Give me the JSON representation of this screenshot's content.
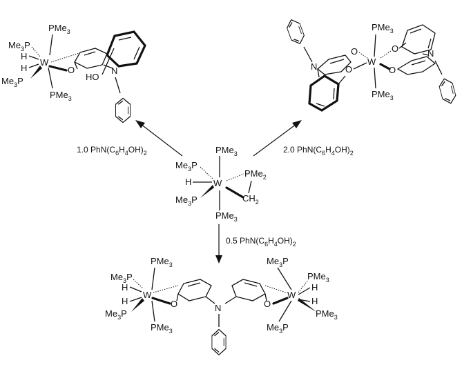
{
  "scheme": {
    "reactions": [
      {
        "id": "left",
        "reagent": "1.0 PhN(C6H4OH)2"
      },
      {
        "id": "right",
        "reagent": "2.0 PhN(C6H4OH)2"
      },
      {
        "id": "down",
        "reagent": "0.5 PhN(C6H4OH)2"
      }
    ],
    "atoms": {
      "W": "W",
      "P": "P",
      "Me": "Me",
      "H": "H",
      "C": "C",
      "O": "O",
      "N": "N",
      "HO": "HO",
      "sub2": "2",
      "sub3": "3",
      "sub4": "4",
      "sub6": "6"
    },
    "colors": {
      "ink": "#111111",
      "background": "#ffffff"
    }
  }
}
